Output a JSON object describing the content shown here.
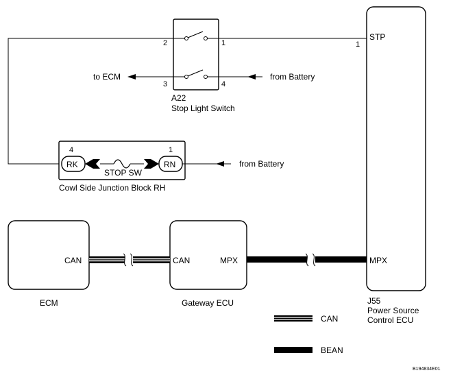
{
  "stop_light_switch": {
    "ref": "A22",
    "name": "Stop Light Switch",
    "pin_2": "2",
    "pin_1": "1",
    "pin_3": "3",
    "pin_4": "4",
    "to_ecm": "to ECM",
    "from_battery": "from Battery"
  },
  "power_source_ecu": {
    "ref": "J55",
    "name_line1": "Power Source",
    "name_line2": "Control ECU",
    "stp": "STP",
    "stp_pin": "1",
    "mpx": "MPX"
  },
  "junction_block": {
    "name": "Cowl Side Junction Block RH",
    "pin_left": "4",
    "pin_right": "1",
    "rk": "RK",
    "rn": "RN",
    "fuse": "STOP SW",
    "from_battery": "from Battery"
  },
  "ecm": {
    "name": "ECM",
    "can": "CAN"
  },
  "gateway": {
    "name": "Gateway ECU",
    "can": "CAN",
    "mpx": "MPX"
  },
  "legend": {
    "can": "CAN",
    "bean": "BEAN"
  },
  "figure_id": "B194834E01"
}
